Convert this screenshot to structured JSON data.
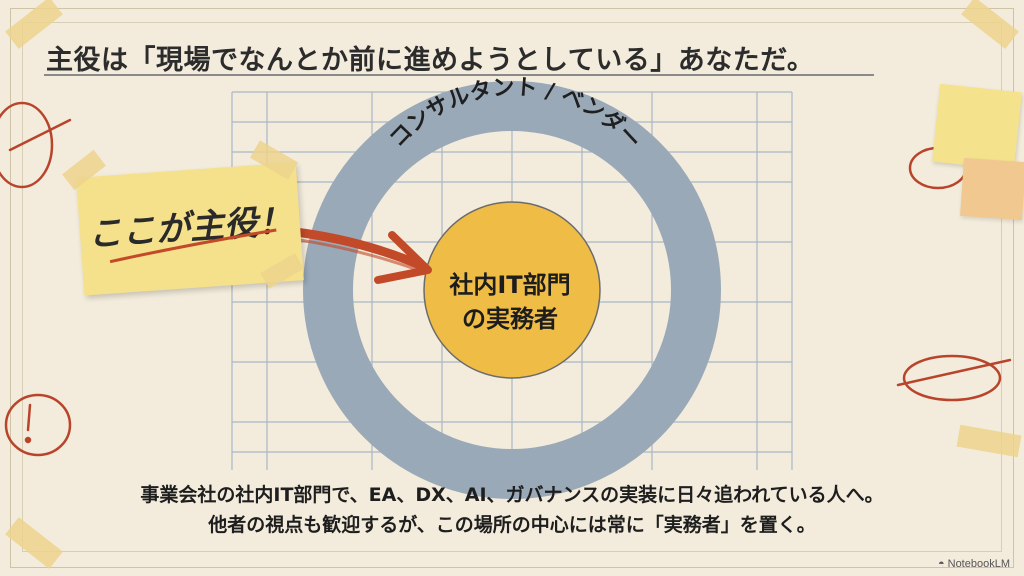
{
  "headline": "主役は「現場でなんとか前に進めようとしている」あなただ。",
  "diagram": {
    "outer_ring_label": "コンサルタント / ベンダー",
    "core_line1": "社内IT部門",
    "core_line2": "の実務者",
    "sticky_label": "ここが主役！",
    "colors": {
      "outer_ring": "#9aa9b8",
      "core": "#efbd45",
      "grid": "#a9b7c6",
      "arrow": "#c24a28",
      "sticky": "#f5e08c"
    }
  },
  "footer": {
    "line1": "事業会社の社内IT部門で、EA、DX、AI、ガバナンスの実装に日々追われている人へ。",
    "line2": "他者の視点も歓迎するが、この場所の中心には常に「実務者」を置く。"
  },
  "brand": "NotebookLM"
}
